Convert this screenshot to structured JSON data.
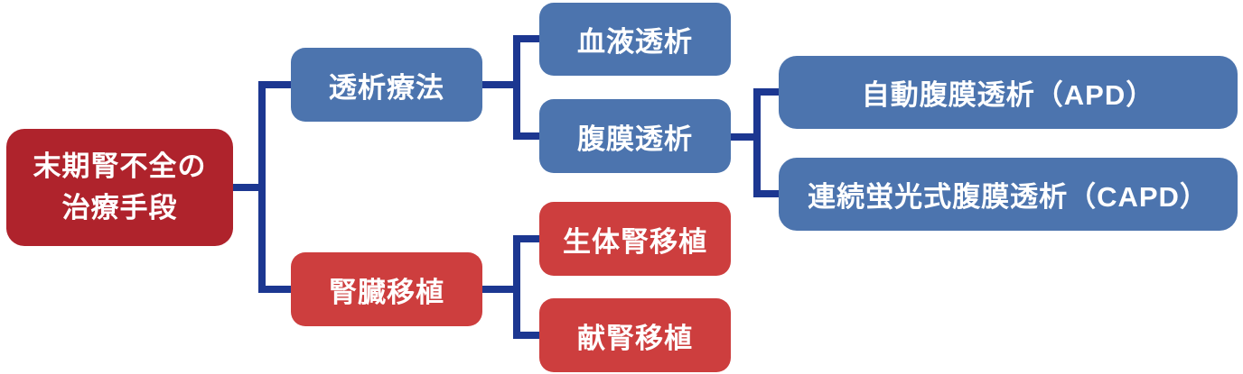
{
  "diagram": {
    "root": {
      "lines": [
        "末期腎不全の",
        "治療手段"
      ]
    },
    "nodes": {
      "dialysis_therapy": {
        "label": "透析療法"
      },
      "hemodialysis": {
        "label": "血液透析"
      },
      "peritoneal_dialysis": {
        "label": "腹膜透析"
      },
      "apd": {
        "label": "自動腹膜透析（APD）"
      },
      "capd": {
        "label": "連続蛍光式腹膜透析（CAPD）"
      },
      "kidney_transplant": {
        "label": "腎臓移植"
      },
      "living_donor_transplant": {
        "label": "生体腎移植"
      },
      "deceased_donor_transplant": {
        "label": "献腎移植"
      }
    }
  },
  "colors": {
    "root_red": "#AF232C",
    "node_red": "#CD3E3E",
    "node_blue": "#4C74AE",
    "connector_navy": "#1C3791",
    "text_white": "#FFFFFF",
    "background": "#FFFFFF"
  }
}
